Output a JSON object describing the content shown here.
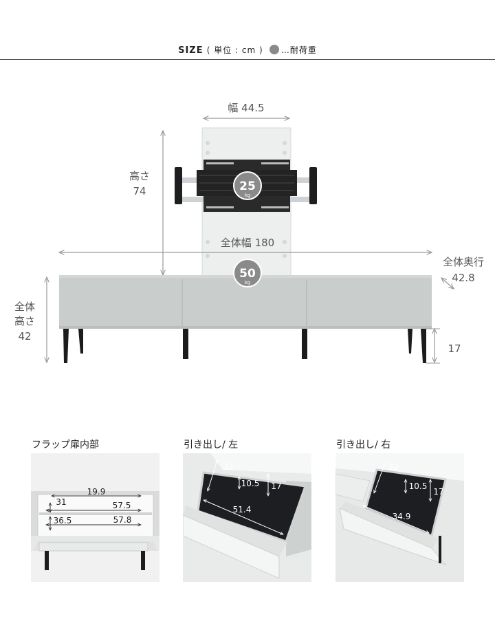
{
  "header": {
    "size_label": "SIZE",
    "unit_label": "( 単位 : cm )",
    "load_legend": "…耐荷重"
  },
  "main_diagram": {
    "stand_width_label": "幅 44.5",
    "height_label_line1": "高さ",
    "height_label_line2": "74",
    "total_width_label": "全体幅 180",
    "depth_label_line1": "全体奥行",
    "depth_label_line2": "42.8",
    "total_height_line1": "全体",
    "total_height_line2": "高さ",
    "total_height_line3": "42",
    "leg_height_label": "17",
    "monitor_load": "25",
    "board_load": "50",
    "load_unit": "kg"
  },
  "details": [
    {
      "title": "フラップ扉内部",
      "dims": [
        "19.9",
        "31",
        "57.5",
        "36.5",
        "57.8"
      ]
    },
    {
      "title": "引き出し/ 左",
      "dims": [
        "32",
        "10.5",
        "17",
        "51.4"
      ]
    },
    {
      "title": "引き出し/ 右",
      "dims": [
        "32",
        "10.5",
        "17",
        "34.9"
      ]
    }
  ],
  "colors": {
    "cabinet": "#c9cdcc",
    "leg": "#1c1c1c",
    "badge": "#8a8a8a",
    "dim_line": "#9a9a9a"
  }
}
